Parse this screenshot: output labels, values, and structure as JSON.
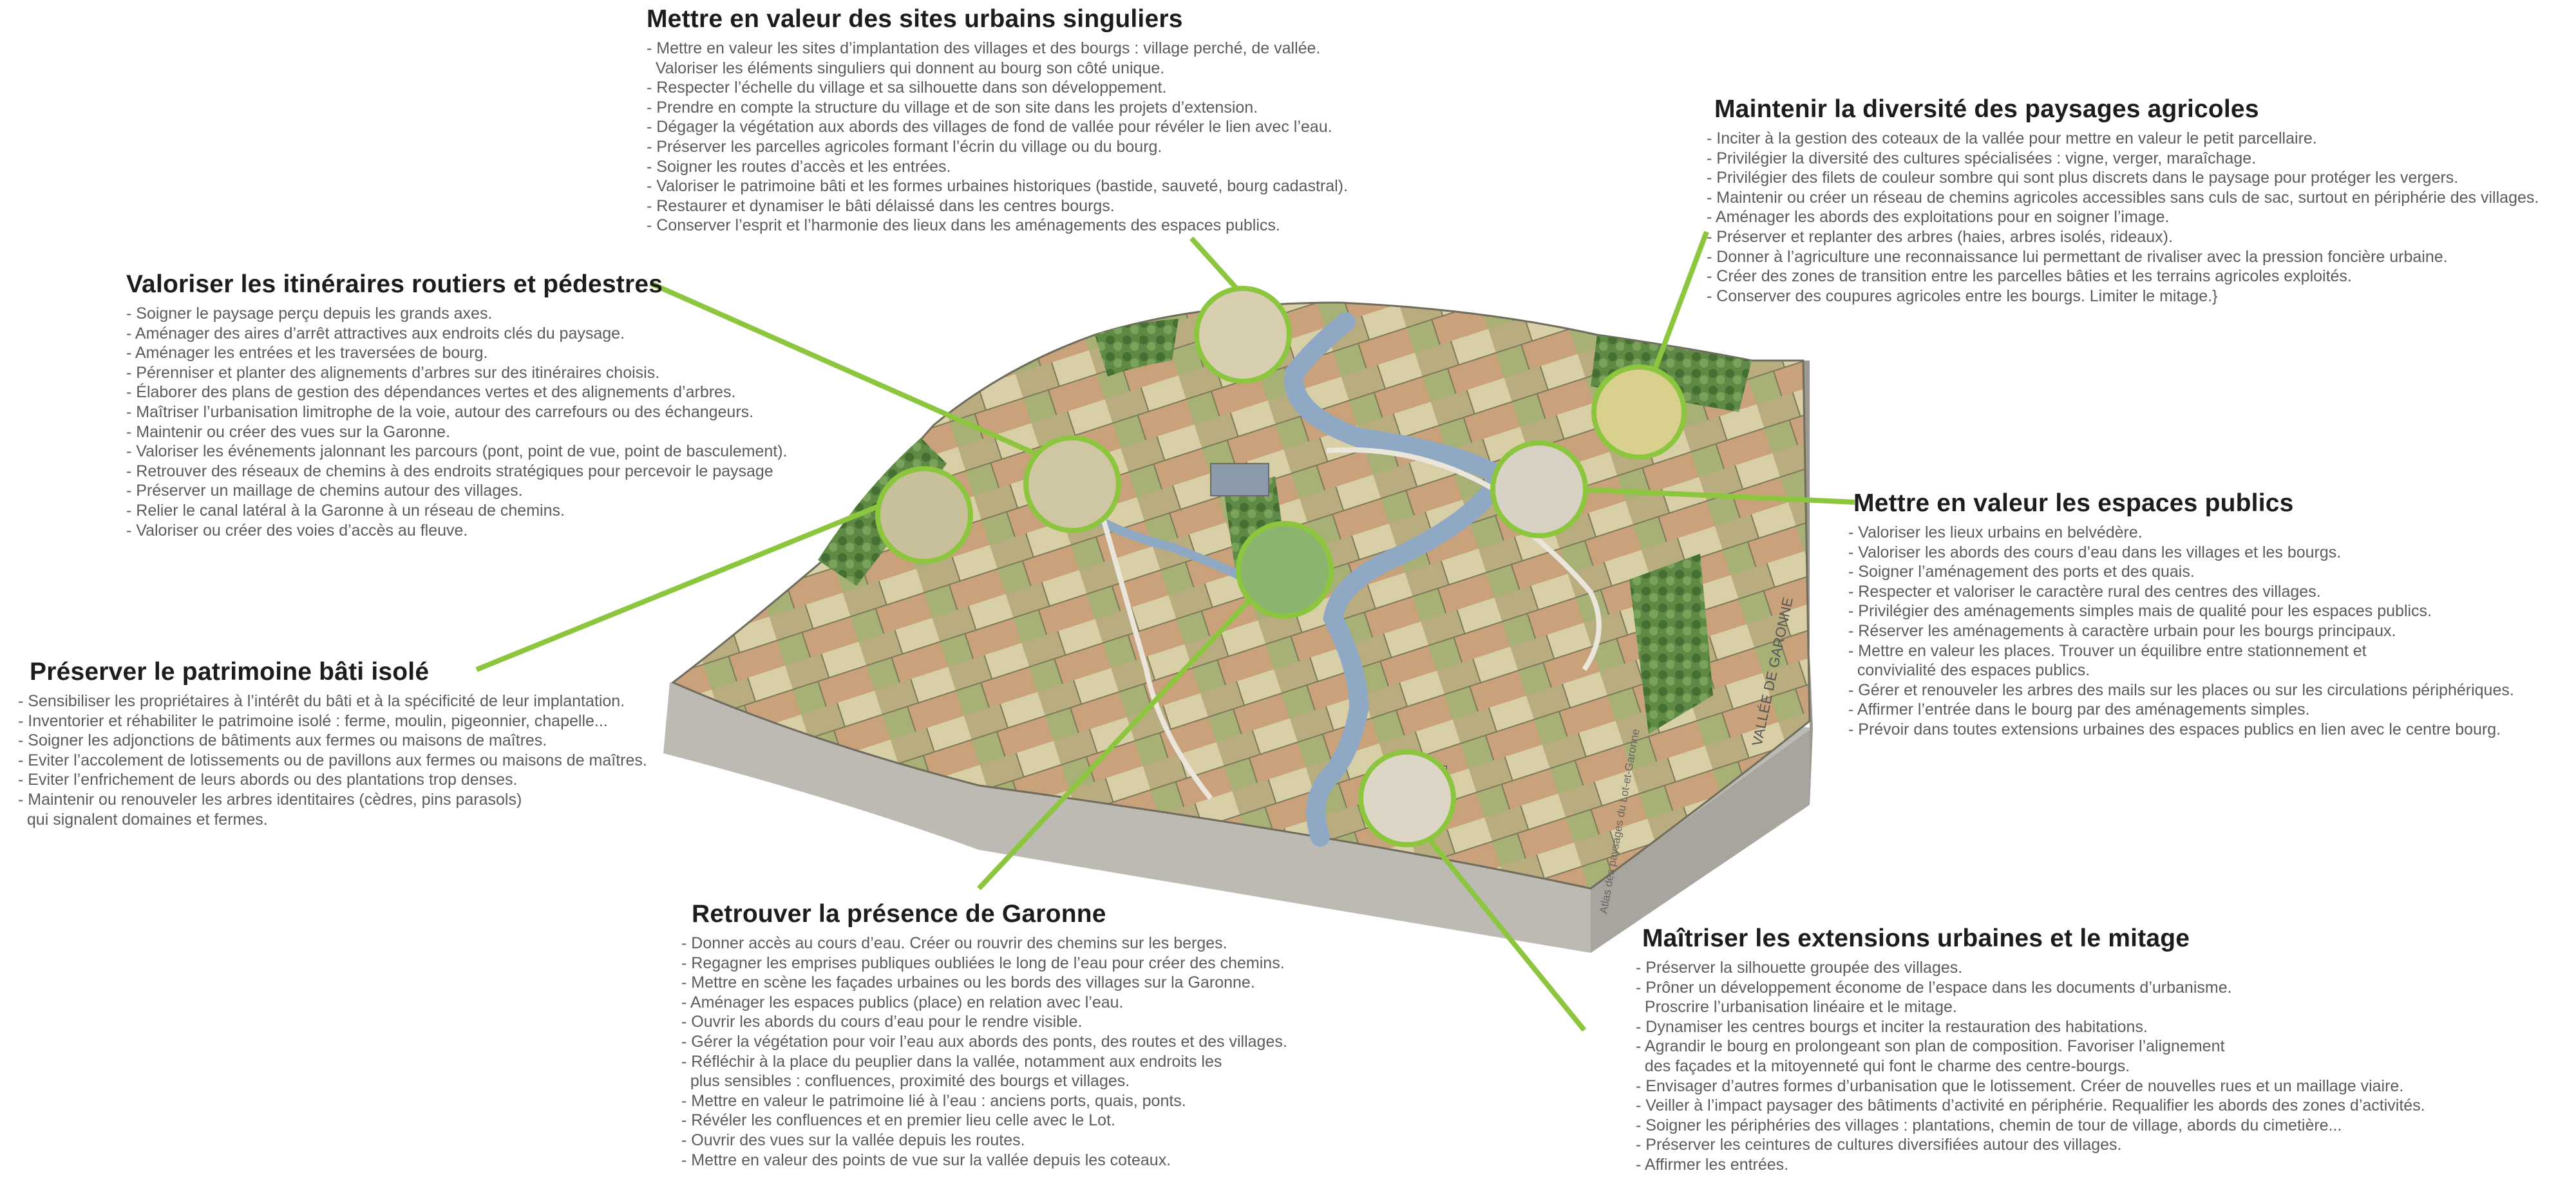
{
  "blocks": {
    "sites": {
      "title": "Mettre en valeur des sites urbains singuliers",
      "items": [
        "- Mettre en valeur les sites d’implantation des villages et des bourgs : village perché, de vallée.",
        "  Valoriser les éléments singuliers qui donnent au bourg son côté unique.",
        "- Respecter l’échelle du village et sa silhouette dans son développement.",
        "- Prendre en compte la structure du village et de son site dans les projets d’extension.",
        "- Dégager la végétation aux abords des villages de fond de vallée pour révéler le lien avec l’eau.",
        "- Préserver les parcelles agricoles formant l’écrin du village ou du bourg.",
        "- Soigner les routes d’accès et les entrées.",
        "- Valoriser le patrimoine bâti et les formes urbaines historiques (bastide, sauveté, bourg cadastral).",
        "- Restaurer et dynamiser le bâti délaissé dans les centres bourgs.",
        "- Conserver l’esprit et l’harmonie des lieux dans les aménagements des espaces publics."
      ]
    },
    "agricoles": {
      "title": "Maintenir la diversité des paysages agricoles",
      "items": [
        "- Inciter à la gestion des coteaux de la vallée pour mettre en valeur le petit parcellaire.",
        "- Privilégier la diversité des cultures spécialisées : vigne, verger, maraîchage.",
        "- Privilégier des filets de couleur sombre qui sont plus discrets dans le paysage pour protéger les vergers.",
        "- Maintenir ou créer un réseau de chemins agricoles accessibles sans culs de sac, surtout en périphérie des villages.",
        "- Aménager les abords des exploitations pour en soigner l’image.",
        "- Préserver et replanter des arbres (haies, arbres isolés, rideaux).",
        "- Donner à l’agriculture une reconnaissance lui permettant de rivaliser avec la pression foncière urbaine.",
        "- Créer des zones de transition entre les parcelles bâties et les terrains agricoles exploités.",
        "- Conserver des coupures agricoles entre les bourgs. Limiter le mitage.}"
      ]
    },
    "itineraires": {
      "title": "Valoriser les itinéraires routiers et pédestres",
      "items": [
        "- Soigner le paysage perçu depuis les grands axes.",
        "- Aménager des aires d’arrêt attractives aux endroits clés du paysage.",
        "- Aménager les entrées et les traversées de bourg.",
        "- Pérenniser et planter des alignements d’arbres sur des itinéraires choisis.",
        "- Élaborer des plans de gestion des dépendances vertes et des alignements d’arbres.",
        "- Maîtriser l’urbanisation limitrophe de la voie, autour des carrefours ou des échangeurs.",
        "- Maintenir ou créer des vues sur la Garonne.",
        "- Valoriser les événements jalonnant les parcours (pont, point de vue, point de basculement).",
        "- Retrouver des réseaux de chemins à des endroits stratégiques pour percevoir le paysage",
        "- Préserver un maillage de chemins autour des villages.",
        "- Relier le canal latéral à la Garonne à un réseau de chemins.",
        "- Valoriser ou créer des voies d’accès au fleuve."
      ]
    },
    "publics": {
      "title": "Mettre en valeur les espaces publics",
      "items": [
        "- Valoriser les lieux urbains en belvédère.",
        "- Valoriser les abords des cours d’eau dans les villages et les bourgs.",
        "- Soigner l’aménagement des ports et des quais.",
        "- Respecter et valoriser le caractère rural des centres des villages.",
        "- Privilégier des aménagements simples mais de qualité pour les espaces publics.",
        "- Réserver les aménagements à caractère urbain pour les bourgs principaux.",
        "- Mettre en valeur les places. Trouver un équilibre entre stationnement et",
        "  convivialité des espaces publics.",
        "- Gérer et renouveler les arbres des mails sur les places ou sur les circulations périphériques.",
        "- Affirmer l’entrée dans le bourg par des aménagements simples.",
        "- Prévoir dans toutes extensions urbaines des espaces publics en lien avec le centre bourg."
      ]
    },
    "patrimoine": {
      "title": "Préserver le patrimoine bâti isolé",
      "items": [
        "- Sensibiliser les propriétaires à l’intérêt du bâti et à la spécificité de leur implantation.",
        "- Inventorier et réhabiliter le patrimoine isolé : ferme, moulin, pigeonnier, chapelle...",
        "- Soigner les adjonctions de bâtiments aux fermes ou maisons de maîtres.",
        "- Eviter l’accolement de lotissements ou de pavillons aux fermes ou maisons de maîtres.",
        "- Eviter l’enfrichement de leurs abords ou des plantations trop denses.",
        "- Maintenir ou renouveler les arbres identitaires (cèdres, pins parasols)",
        "  qui signalent domaines et fermes."
      ]
    },
    "garonne": {
      "title": "Retrouver la présence de Garonne",
      "items": [
        "- Donner accès au cours d’eau. Créer ou rouvrir des chemins sur les berges.",
        "- Regagner les emprises publiques oubliées le long de l’eau pour créer des chemins.",
        "- Mettre en scène les façades urbaines ou les bords des villages sur la Garonne.",
        "- Aménager les espaces publics (place) en relation avec l’eau.",
        "- Ouvrir les abords du cours d’eau pour le rendre visible.",
        "- Gérer la végétation pour voir l’eau aux abords des ponts, des routes et des villages.",
        "- Réfléchir à la place du peuplier dans la vallée, notamment aux endroits les",
        "  plus sensibles : confluences, proximité des bourgs et villages.",
        "- Mettre en valeur le patrimoine lié à l’eau : anciens ports, quais, ponts.",
        "- Révéler les confluences et en premier lieu celle avec le Lot.",
        "- Ouvrir des vues sur la vallée depuis les routes.",
        "- Mettre en valeur des points de vue sur la vallée depuis les coteaux."
      ]
    },
    "extensions": {
      "title": "Maîtriser les extensions urbaines et le mitage",
      "items": [
        "- Préserver la silhouette groupée des villages.",
        "- Prôner un développement économe de l’espace dans les documents d’urbanisme.",
        "  Proscrire l’urbanisation linéaire et le mitage.",
        "- Dynamiser les centres bourgs et inciter la restauration des habitations.",
        "- Agrandir le bourg en prolongeant son plan de composition. Favoriser l’alignement",
        "  des façades et la mitoyenneté qui font le charme des centre-bourgs.",
        "- Envisager d’autres formes d’urbanisation que le lotissement. Créer de nouvelles rues et un maillage viaire.",
        "- Veiller à l’impact paysager des bâtiments d’activité en périphérie. Requalifier les abords des zones d’activités.",
        "- Soigner les périphéries des villages : plantations, chemin de tour de village, abords du cimetière...",
        "- Préserver les ceintures de cultures diversifiées autour des villages.",
        "- Affirmer les entrées."
      ]
    }
  },
  "block_labels": {
    "valley": "VALLÉE DE GARONNE",
    "front": "Atlas des paysages du Lot-et-Garonne"
  },
  "colors": {
    "leader": "#8cc63f",
    "title": "#1c1c1c",
    "body": "#5b5b5b",
    "river": "#8fa9c4",
    "block_side": "#b9b7b2"
  }
}
